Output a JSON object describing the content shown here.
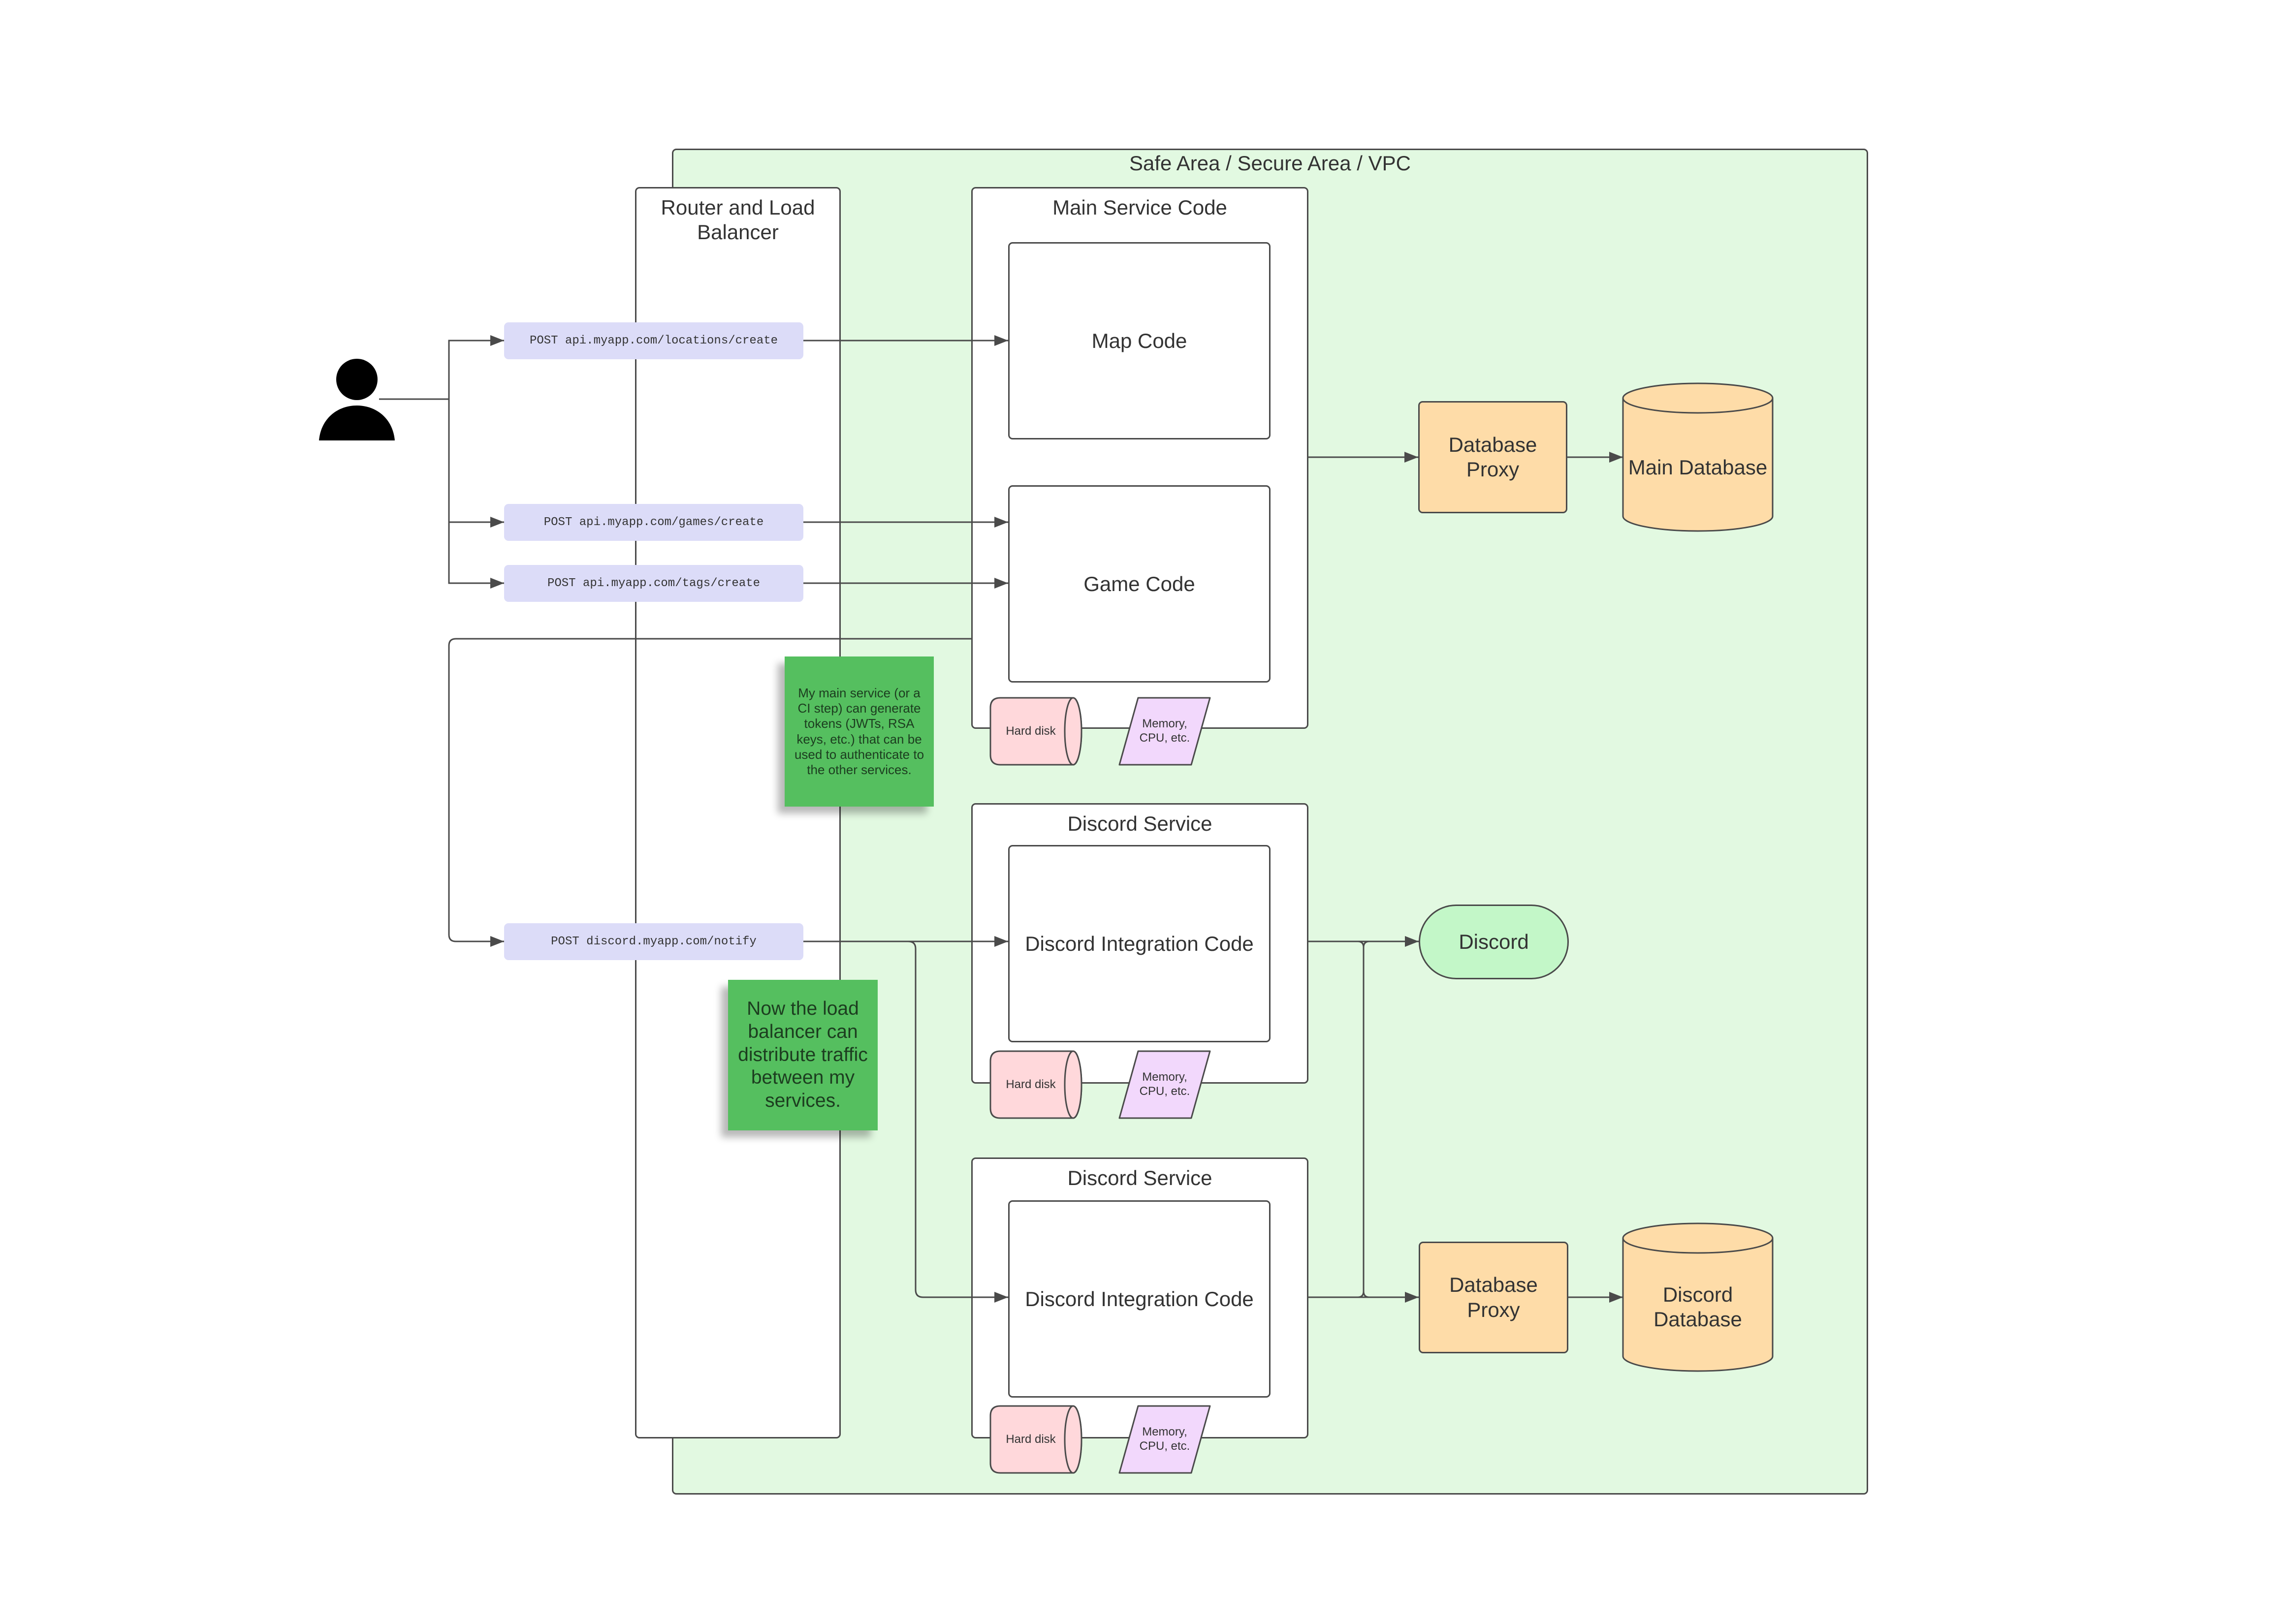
{
  "vpc": {
    "title": "Safe Area / Secure Area / VPC"
  },
  "router": {
    "title": "Router and Load Balancer"
  },
  "endpoints": [
    {
      "label": "POST api.myapp.com/locations/create"
    },
    {
      "label": "POST api.myapp.com/games/create"
    },
    {
      "label": "POST api.myapp.com/tags/create"
    },
    {
      "label": "POST discord.myapp.com/notify"
    }
  ],
  "main_service": {
    "title": "Main Service Code",
    "map_code": "Map Code",
    "game_code": "Game Code",
    "hard_disk": "Hard disk",
    "memory": "Memory, CPU, etc."
  },
  "discord_service_1": {
    "title": "Discord Service",
    "code": "Discord Integration Code",
    "hard_disk": "Hard disk",
    "memory": "Memory, CPU, etc."
  },
  "discord_service_2": {
    "title": "Discord Service",
    "code": "Discord Integration Code",
    "hard_disk": "Hard disk",
    "memory": "Memory, CPU, etc."
  },
  "main_db_proxy": {
    "label": "Database Proxy"
  },
  "main_database": {
    "label": "Main Database"
  },
  "discord": {
    "label": "Discord"
  },
  "discord_db_proxy": {
    "label": "Database Proxy"
  },
  "discord_database": {
    "label": "Discord Database"
  },
  "notes": {
    "tokens": "My main service (or a CI step) can generate tokens (JWTs, RSA keys, etc.) that can be used to authenticate to the other services.",
    "load_balancer": "Now the load balancer can distribute traffic between my services."
  },
  "colors": {
    "vpc_fill": "#e2f9e1",
    "endpoint_fill": "#dcdcf8",
    "proxy_fill": "#fedca8",
    "discord_fill": "#c3f7c8",
    "disk_fill": "#ffd8db",
    "memory_fill": "#f2d8fc",
    "sticky_fill": "#55bf5f"
  }
}
